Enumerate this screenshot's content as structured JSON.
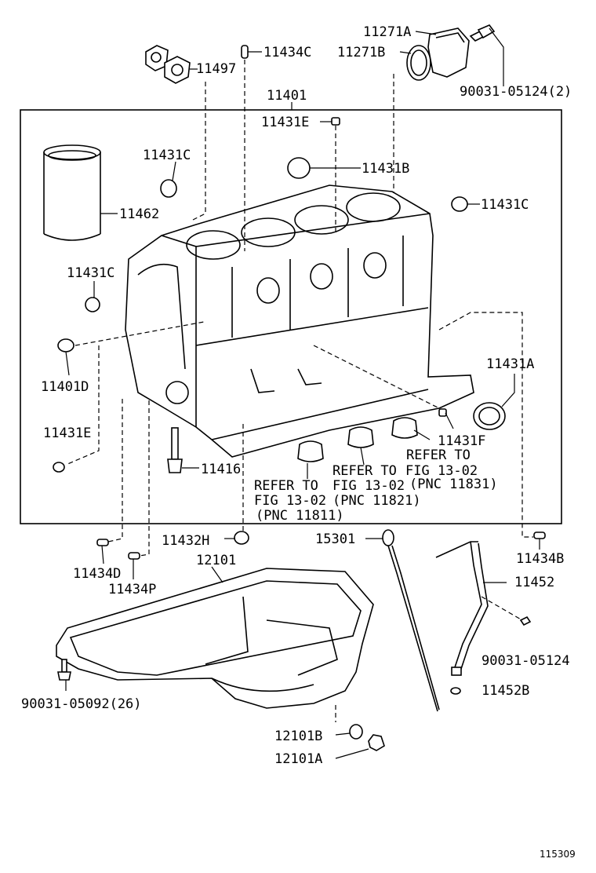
{
  "labels": {
    "l11271A": "11271A",
    "l11271B": "11271B",
    "l11434C": "11434C",
    "l11497": "11497",
    "l90031_05124_2": "90031-05124(2)",
    "l11401": "11401",
    "l11431E_top": "11431E",
    "l11431C_1": "11431C",
    "l11431B": "11431B",
    "l11431C_2": "11431C",
    "l11462": "11462",
    "l11431C_3": "11431C",
    "l11431A": "11431A",
    "l11401D": "11401D",
    "l11431E_bot": "11431E",
    "l11431F": "11431F",
    "l11416": "11416",
    "ref1_a": "REFER TO",
    "ref1_b": "FIG 13-02",
    "ref1_c": "(PNC 11811)",
    "ref2_a": "REFER TO",
    "ref2_b": "FIG 13-02",
    "ref2_c": "(PNC 11821)",
    "ref3_a": "REFER TO",
    "ref3_b": "FIG 13-02",
    "ref3_c": "(PNC 11831)",
    "l11432H": "11432H",
    "l15301": "15301",
    "l11434B": "11434B",
    "l11434D": "11434D",
    "l12101": "12101",
    "l11434P": "11434P",
    "l11452": "11452",
    "l90031_05124": "90031-05124",
    "l11452B": "11452B",
    "l90031_05092": "90031-05092(26)",
    "l12101B": "12101B",
    "l12101A": "12101A",
    "figure_number": "115309"
  }
}
